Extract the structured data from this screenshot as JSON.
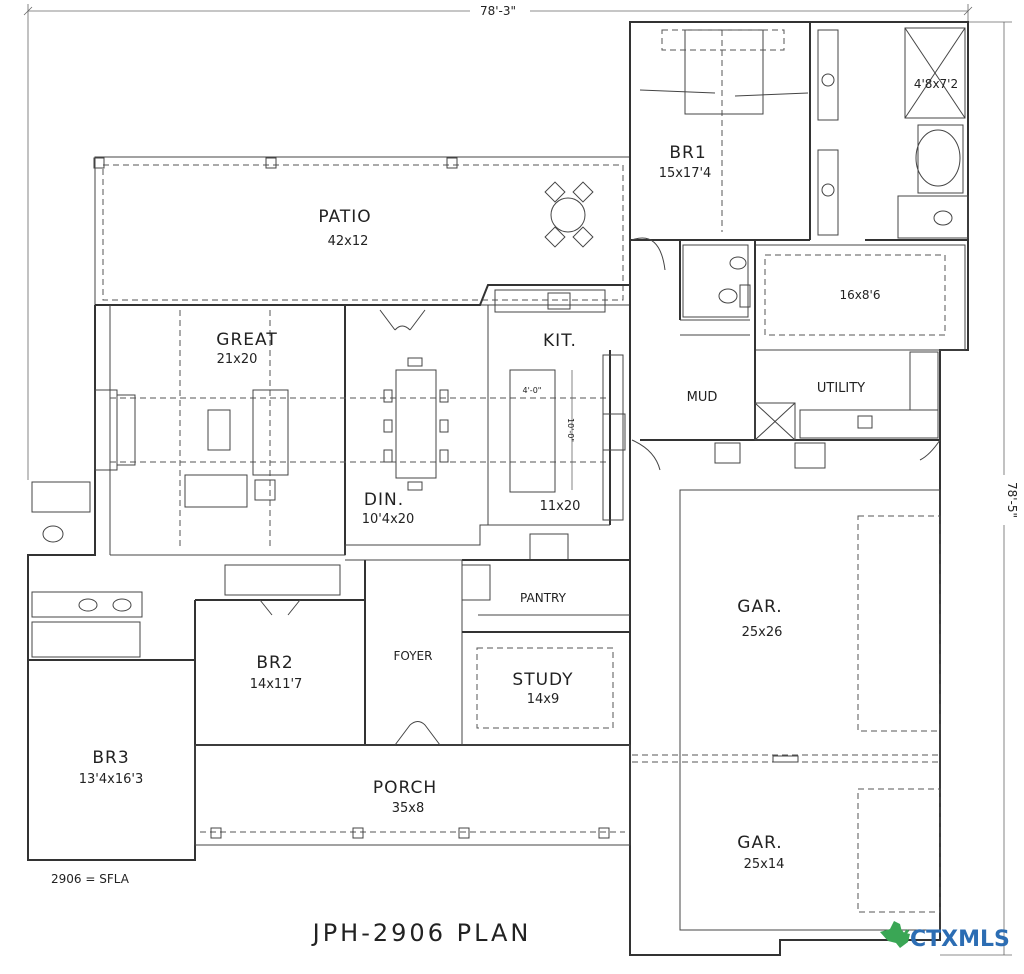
{
  "plan": {
    "title": "JPH-2906 PLAN",
    "sfla": "2906 = SFLA",
    "overall_width": "78'-3\"",
    "overall_depth": "78'-5\"",
    "logo": {
      "text": "CTXMLS",
      "accent_color": "#2c6db3",
      "icon_color": "#3aa655"
    }
  },
  "rooms": {
    "patio": {
      "name": "PATIO",
      "size": "42x12"
    },
    "br1": {
      "name": "BR1",
      "size": "15x17'4"
    },
    "shower": {
      "size": "4'8x7'2"
    },
    "closet": {
      "size": "16x8'6"
    },
    "great": {
      "name": "GREAT",
      "size": "21x20"
    },
    "kitchen": {
      "name": "KIT.",
      "size": "11x20"
    },
    "island_width": "4'-0\"",
    "island_length": "10'-0\"",
    "mud": {
      "name": "MUD"
    },
    "utility": {
      "name": "UTILITY"
    },
    "dining": {
      "name": "DIN.",
      "size": "10'4x20"
    },
    "pantry": {
      "name": "PANTRY"
    },
    "garage1": {
      "name": "GAR.",
      "size": "25x26"
    },
    "garage2": {
      "name": "GAR.",
      "size": "25x14"
    },
    "br2": {
      "name": "BR2",
      "size": "14x11'7"
    },
    "foyer": {
      "name": "FOYER"
    },
    "study": {
      "name": "STUDY",
      "size": "14x9"
    },
    "br3": {
      "name": "BR3",
      "size": "13'4x16'3"
    },
    "porch": {
      "name": "PORCH",
      "size": "35x8"
    }
  }
}
